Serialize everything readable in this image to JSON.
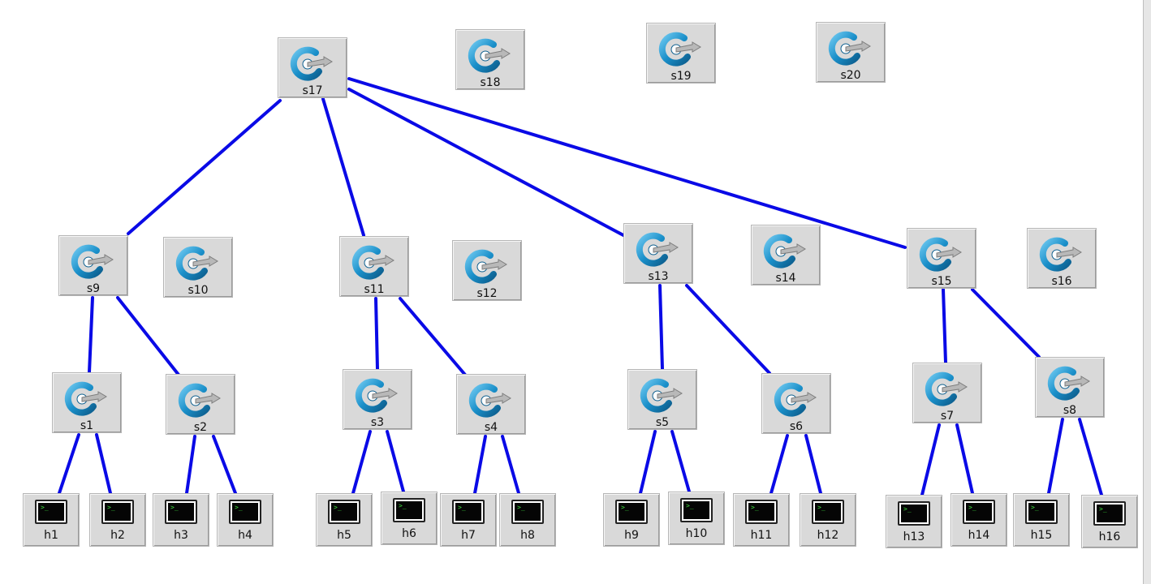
{
  "switches": [
    {
      "id": "s17",
      "label": "s17"
    },
    {
      "id": "s18",
      "label": "s18"
    },
    {
      "id": "s19",
      "label": "s19"
    },
    {
      "id": "s20",
      "label": "s20"
    },
    {
      "id": "s9",
      "label": "s9"
    },
    {
      "id": "s10",
      "label": "s10"
    },
    {
      "id": "s11",
      "label": "s11"
    },
    {
      "id": "s12",
      "label": "s12"
    },
    {
      "id": "s13",
      "label": "s13"
    },
    {
      "id": "s14",
      "label": "s14"
    },
    {
      "id": "s15",
      "label": "s15"
    },
    {
      "id": "s16",
      "label": "s16"
    },
    {
      "id": "s1",
      "label": "s1"
    },
    {
      "id": "s2",
      "label": "s2"
    },
    {
      "id": "s3",
      "label": "s3"
    },
    {
      "id": "s4",
      "label": "s4"
    },
    {
      "id": "s5",
      "label": "s5"
    },
    {
      "id": "s6",
      "label": "s6"
    },
    {
      "id": "s7",
      "label": "s7"
    },
    {
      "id": "s8",
      "label": "s8"
    }
  ],
  "hosts": [
    {
      "id": "h1",
      "label": "h1"
    },
    {
      "id": "h2",
      "label": "h2"
    },
    {
      "id": "h3",
      "label": "h3"
    },
    {
      "id": "h4",
      "label": "h4"
    },
    {
      "id": "h5",
      "label": "h5"
    },
    {
      "id": "h6",
      "label": "h6"
    },
    {
      "id": "h7",
      "label": "h7"
    },
    {
      "id": "h8",
      "label": "h8"
    },
    {
      "id": "h9",
      "label": "h9"
    },
    {
      "id": "h10",
      "label": "h10"
    },
    {
      "id": "h11",
      "label": "h11"
    },
    {
      "id": "h12",
      "label": "h12"
    },
    {
      "id": "h13",
      "label": "h13"
    },
    {
      "id": "h14",
      "label": "h14"
    },
    {
      "id": "h15",
      "label": "h15"
    },
    {
      "id": "h16",
      "label": "h16"
    }
  ],
  "links": [
    [
      "s17",
      "s9"
    ],
    [
      "s17",
      "s11"
    ],
    [
      "s17",
      "s13"
    ],
    [
      "s17",
      "s15"
    ],
    [
      "s9",
      "s1"
    ],
    [
      "s9",
      "s2"
    ],
    [
      "s11",
      "s3"
    ],
    [
      "s11",
      "s4"
    ],
    [
      "s13",
      "s5"
    ],
    [
      "s13",
      "s6"
    ],
    [
      "s15",
      "s7"
    ],
    [
      "s15",
      "s8"
    ],
    [
      "s1",
      "h1"
    ],
    [
      "s1",
      "h2"
    ],
    [
      "s2",
      "h3"
    ],
    [
      "s2",
      "h4"
    ],
    [
      "s3",
      "h5"
    ],
    [
      "s3",
      "h6"
    ],
    [
      "s4",
      "h7"
    ],
    [
      "s4",
      "h8"
    ],
    [
      "s5",
      "h9"
    ],
    [
      "s5",
      "h10"
    ],
    [
      "s6",
      "h11"
    ],
    [
      "s6",
      "h12"
    ],
    [
      "s7",
      "h13"
    ],
    [
      "s7",
      "h14"
    ],
    [
      "s8",
      "h15"
    ],
    [
      "s8",
      "h16"
    ]
  ],
  "colors": {
    "link": "#0a0ae6",
    "node_bg": "#d9d9d9",
    "switch_icon": "#1a8fc9"
  },
  "icons": {
    "switch": "switch-icon",
    "host": "terminal-icon"
  }
}
